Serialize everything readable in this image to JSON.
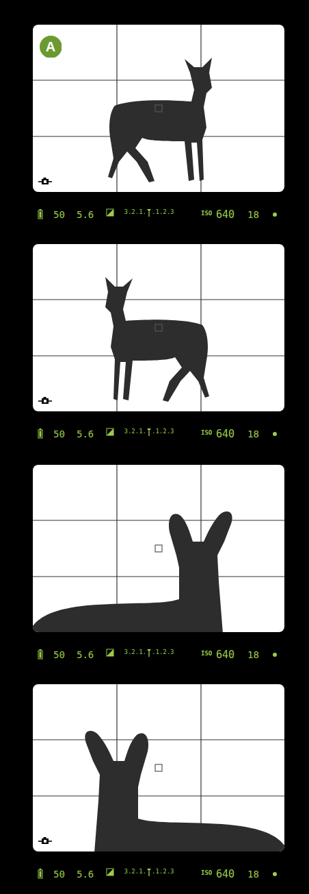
{
  "diagram": {
    "nodes": [
      {
        "text": [
          "A"
        ]
      }
    ],
    "labels": [
      "50",
      "5.6",
      "3.2.1.",
      ".1.2.3",
      "ISO",
      "640",
      "18",
      "50",
      "5.6",
      "3.2.1.",
      ".1.2.3",
      "ISO",
      "640",
      "18",
      "50",
      "5.6",
      "3.2.1.",
      ".1.2.3",
      "ISO",
      "640",
      "18",
      "50",
      "5.6",
      "3.2.1.",
      ".1.2.3",
      "ISO",
      "640",
      "18"
    ]
  }
}
